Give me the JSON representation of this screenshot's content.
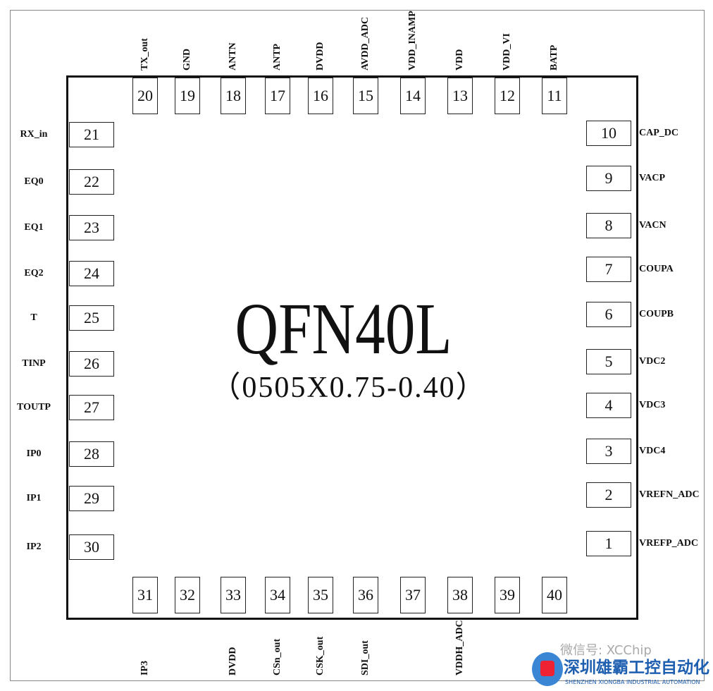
{
  "package": {
    "title": "QFN40L",
    "subtitle": "（0505X0.75-0.40）"
  },
  "pins": {
    "top": [
      {
        "num": "20",
        "name": "TX_out"
      },
      {
        "num": "19",
        "name": "GND"
      },
      {
        "num": "18",
        "name": "ANTN"
      },
      {
        "num": "17",
        "name": "ANTP"
      },
      {
        "num": "16",
        "name": "DVDD"
      },
      {
        "num": "15",
        "name": "AVDD_ADC"
      },
      {
        "num": "14",
        "name": "VDD_INAMP"
      },
      {
        "num": "13",
        "name": "VDD"
      },
      {
        "num": "12",
        "name": "VDD_VI"
      },
      {
        "num": "11",
        "name": "BATP"
      }
    ],
    "left": [
      {
        "num": "21",
        "name": "RX_in"
      },
      {
        "num": "22",
        "name": "EQ0"
      },
      {
        "num": "23",
        "name": "EQ1"
      },
      {
        "num": "24",
        "name": "EQ2"
      },
      {
        "num": "25",
        "name": "T"
      },
      {
        "num": "26",
        "name": "TINP"
      },
      {
        "num": "27",
        "name": "TOUTP"
      },
      {
        "num": "28",
        "name": "IP0"
      },
      {
        "num": "29",
        "name": "IP1"
      },
      {
        "num": "30",
        "name": "IP2"
      }
    ],
    "right": [
      {
        "num": "10",
        "name": "CAP_DC"
      },
      {
        "num": "9",
        "name": "VACP"
      },
      {
        "num": "8",
        "name": "VACN"
      },
      {
        "num": "7",
        "name": "COUPA"
      },
      {
        "num": "6",
        "name": "COUPB"
      },
      {
        "num": "5",
        "name": "VDC2"
      },
      {
        "num": "4",
        "name": "VDC3"
      },
      {
        "num": "3",
        "name": "VDC4"
      },
      {
        "num": "2",
        "name": "VREFN_ADC"
      },
      {
        "num": "1",
        "name": "VREFP_ADC"
      }
    ],
    "bottom": [
      {
        "num": "31",
        "name": "IP3"
      },
      {
        "num": "32",
        "name": ""
      },
      {
        "num": "33",
        "name": "DVDD"
      },
      {
        "num": "34",
        "name": "CSn_out"
      },
      {
        "num": "35",
        "name": "CSK_out"
      },
      {
        "num": "36",
        "name": "SDI_out"
      },
      {
        "num": "37",
        "name": ""
      },
      {
        "num": "38",
        "name": "VDDH_ADC"
      },
      {
        "num": "39",
        "name": ""
      },
      {
        "num": "40",
        "name": ""
      }
    ]
  },
  "watermark": {
    "line1": "微信号: XCChip",
    "line2": "深圳雄霸工控自动化",
    "line3": "SHENZHEN XIONGBA INDUSTRIAL AUTOMATION"
  }
}
